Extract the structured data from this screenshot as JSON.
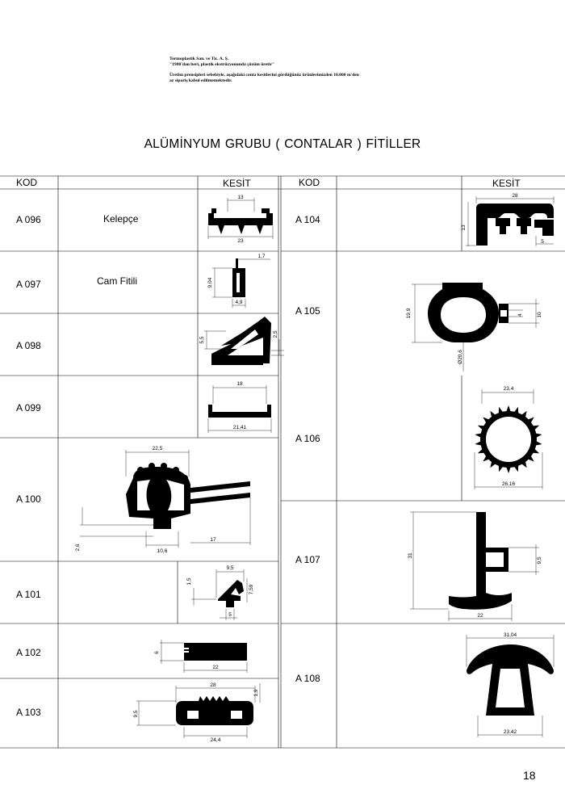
{
  "header": {
    "company": "Termoplastik San. ve Tic. A. Ş.",
    "slogan": "\"1980'dan beri, plastik ekstrüzyonunda çözüm üretir\"",
    "notice_line1": "Üretim prensipleri sebebiyle, aşağıdaki conta kesitlerini gördüğünüz ürünlerimizden 10.000 m'den",
    "notice_line2": "az sipariş kabul edilmemektedir."
  },
  "title": "ALÜMİNYUM GRUBU ( CONTALAR )  FİTİLLER",
  "table": {
    "col_kod": "KOD",
    "col_kesit": "KESİT"
  },
  "left_rows": [
    {
      "code": "A 096",
      "desc": "Kelepçe"
    },
    {
      "code": "A 097",
      "desc": "Cam Fitili"
    },
    {
      "code": "A 098",
      "desc": ""
    },
    {
      "code": "A 099",
      "desc": ""
    },
    {
      "code": "A 100",
      "desc": ""
    },
    {
      "code": "A 101",
      "desc": ""
    },
    {
      "code": "A 102",
      "desc": ""
    },
    {
      "code": "A 103",
      "desc": ""
    }
  ],
  "right_rows": [
    {
      "code": "A 104"
    },
    {
      "code": "A 105"
    },
    {
      "code": "A 106"
    },
    {
      "code": "A 107"
    },
    {
      "code": "A 108"
    }
  ],
  "dims": {
    "a096": [
      "13",
      "23"
    ],
    "a097": [
      "1,7",
      "9,04",
      "4,9"
    ],
    "a098": [
      "5,5",
      "2,5"
    ],
    "a099": [
      "18",
      "21,41"
    ],
    "a100": [
      "22,5",
      "2,6",
      "10,6",
      "17"
    ],
    "a101": [
      "9,5",
      "1,5",
      "7,59",
      "5"
    ],
    "a102": [
      "6",
      "22"
    ],
    "a103": [
      "28",
      "1,9",
      "9,5",
      "24,4"
    ],
    "a104": [
      "28",
      "13",
      "5"
    ],
    "a105": [
      "19,9",
      "4",
      "10",
      "Ø20,6"
    ],
    "a106": [
      "23,4",
      "26,16"
    ],
    "a107": [
      "31",
      "9,5",
      "22"
    ],
    "a108": [
      "31,04",
      "23,42"
    ]
  },
  "page_number": "18"
}
